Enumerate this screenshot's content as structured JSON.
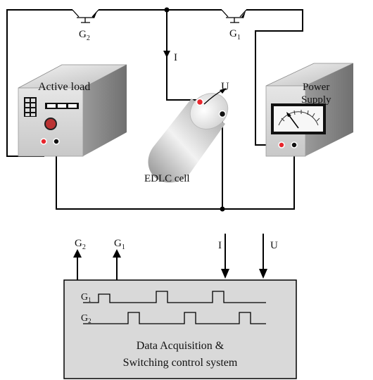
{
  "labels": {
    "g2_top": "G",
    "g2_top_sub": "2",
    "g1_top": "G",
    "g1_top_sub": "1",
    "current": "I",
    "voltage": "U",
    "active_load": "Active load",
    "power_supply_line1": "Power",
    "power_supply_line2": "Supply",
    "edlc": "EDLC cell",
    "out_g2": "G",
    "out_g2_sub": "2",
    "out_g1": "G",
    "out_g1_sub": "1",
    "in_i": "I",
    "in_u": "U",
    "trace_g1": "G",
    "trace_g1_sub": "1",
    "trace_g2": "G",
    "trace_g2_sub": "2",
    "daq_line1": "Data Acquisition &",
    "daq_line2": "Switching control system"
  },
  "colors": {
    "terminal_red": "#e8262d",
    "box_face": "#d9d9d9",
    "daq_fill": "#d9d9d9"
  }
}
